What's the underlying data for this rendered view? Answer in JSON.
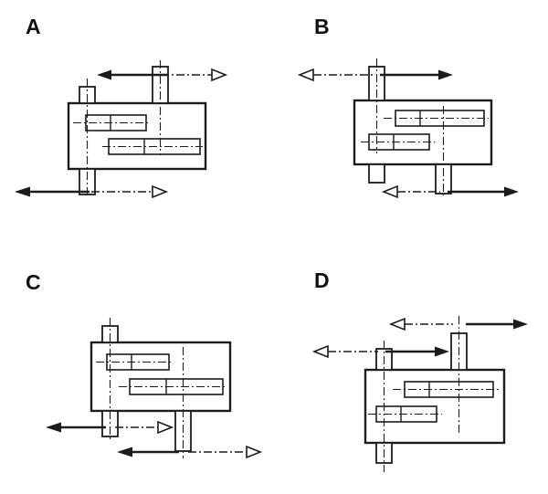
{
  "figure": {
    "type": "gearbox-shaft-direction-diagram",
    "colors": {
      "ink": "#1c1c1c",
      "background": "#ffffff"
    },
    "panels": [
      {
        "label": "A",
        "arrow_rows": [
          {
            "position": "top-shaft",
            "solid_arrow": "left",
            "dash_dot_open_arrow": "right"
          },
          {
            "position": "bottom-shaft",
            "solid_arrow": "left",
            "dash_dot_open_arrow": "right"
          }
        ]
      },
      {
        "label": "B",
        "arrow_rows": [
          {
            "position": "top-shaft",
            "solid_arrow": "right",
            "dash_dot_open_arrow": "left"
          },
          {
            "position": "bottom-shaft",
            "solid_arrow": "right",
            "dash_dot_open_arrow": "left"
          }
        ]
      },
      {
        "label": "C",
        "arrow_rows": [
          {
            "position": "bottom-left-shaft",
            "solid_arrow": "left",
            "dash_dot_open_arrow": "right"
          },
          {
            "position": "bottom-right-shaft",
            "solid_arrow": "left",
            "dash_dot_open_arrow": "right"
          }
        ]
      },
      {
        "label": "D",
        "arrow_rows": [
          {
            "position": "top-right-shaft",
            "solid_arrow": "right",
            "dash_dot_open_arrow": "left"
          },
          {
            "position": "top-left-shaft",
            "solid_arrow": "right",
            "dash_dot_open_arrow": "left"
          }
        ]
      }
    ]
  }
}
